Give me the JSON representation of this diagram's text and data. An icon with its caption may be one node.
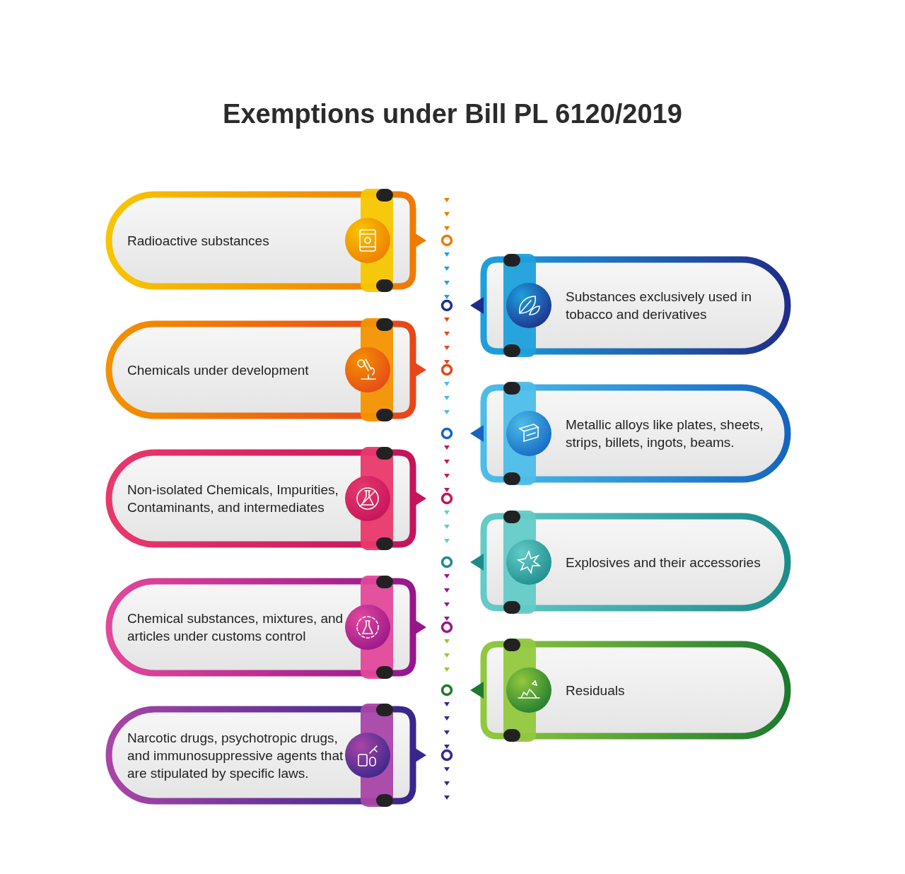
{
  "diagram": {
    "title": "Exemptions under Bill PL 6120/2019",
    "nodes": [
      {
        "text": [
          "Radioactive substances"
        ]
      },
      {
        "text": [
          "Substances exclusively used in tobacco and derivatives"
        ]
      },
      {
        "text": [
          "Chemicals under development"
        ]
      },
      {
        "text": [
          "Metallic alloys like plates, sheets, strips, billets, ingots, beams."
        ]
      },
      {
        "text": [
          "Non-isolated Chemicals, Impurities, Contaminants, and intermediates"
        ]
      },
      {
        "text": [
          "Explosives and their accessories"
        ]
      },
      {
        "text": [
          "Chemical substances, mixtures, and articles under customs control"
        ]
      },
      {
        "text": [
          "Residuals"
        ]
      },
      {
        "text": [
          "Narcotic drugs, psychotropic drugs, and immunosuppressive agents that are stipulated by specific laws."
        ]
      }
    ]
  }
}
